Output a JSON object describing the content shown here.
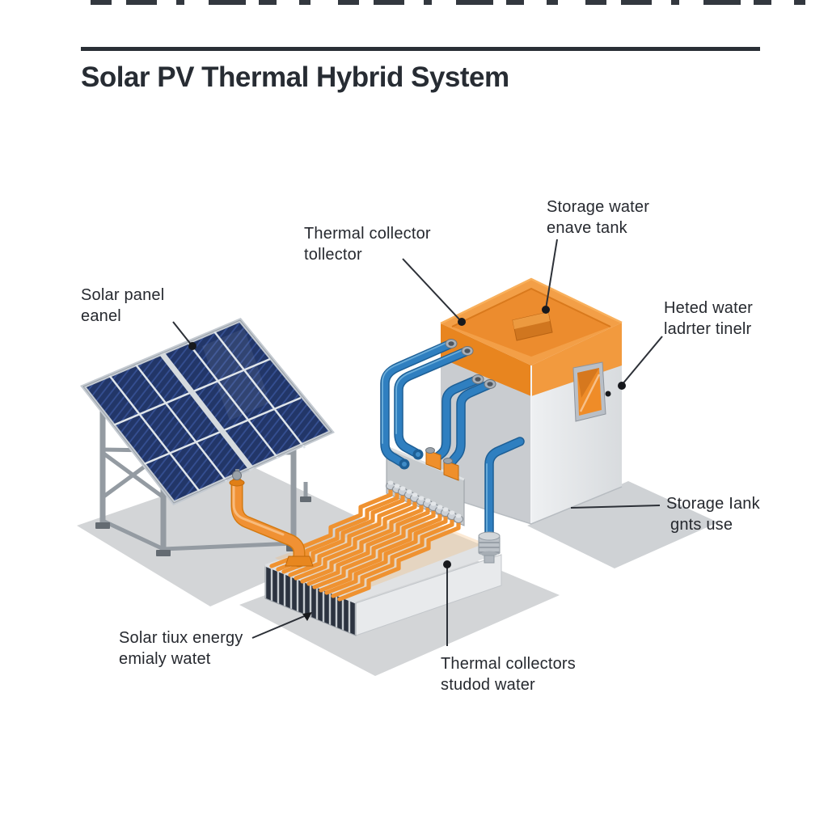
{
  "page": {
    "title": "Solar PV Thermal Hybrid System"
  },
  "labels": {
    "solar_panel": {
      "line1": "Solar panel",
      "line2": "eanel"
    },
    "thermal_collector_top": {
      "line1": "Thermal collector",
      "line2": "tollector"
    },
    "storage_water": {
      "line1": "Storage water",
      "line2": "enave tank"
    },
    "heated_water": {
      "line1": "Heted water",
      "line2": "ladrter tinelr"
    },
    "storage_tank": {
      "line1": "Storage Iank",
      "line2": "gnts use"
    },
    "solar_energy": {
      "line1": "Solar tiux energy",
      "line2": "emialy watet"
    },
    "thermal_collectors_bottom": {
      "line1": "Thermal collectors",
      "line2": "studod water"
    }
  },
  "components": {
    "solar_panel_array": "tilted photovoltaic panel on steel stand",
    "supply_pipe": "orange pipe from panel to collector",
    "thermal_collector": "flat collector with orange serpentine tubes",
    "manifold": "valve manifold plate",
    "storage_tank": "gray tank with orange top, lid hatch and window",
    "water_pipes": "blue pipes between tank and collector"
  },
  "colors": {
    "ink": "#2a2f36",
    "accent_orange": "#F0922C",
    "orange_dark": "#D4790F",
    "pipe_blue": "#2F7FC0",
    "pipe_blue_dark": "#1D5F96",
    "panel_navy": "#223668",
    "body_gray": "#E8EAEC",
    "shadow_gray": "#D3D5D7"
  }
}
